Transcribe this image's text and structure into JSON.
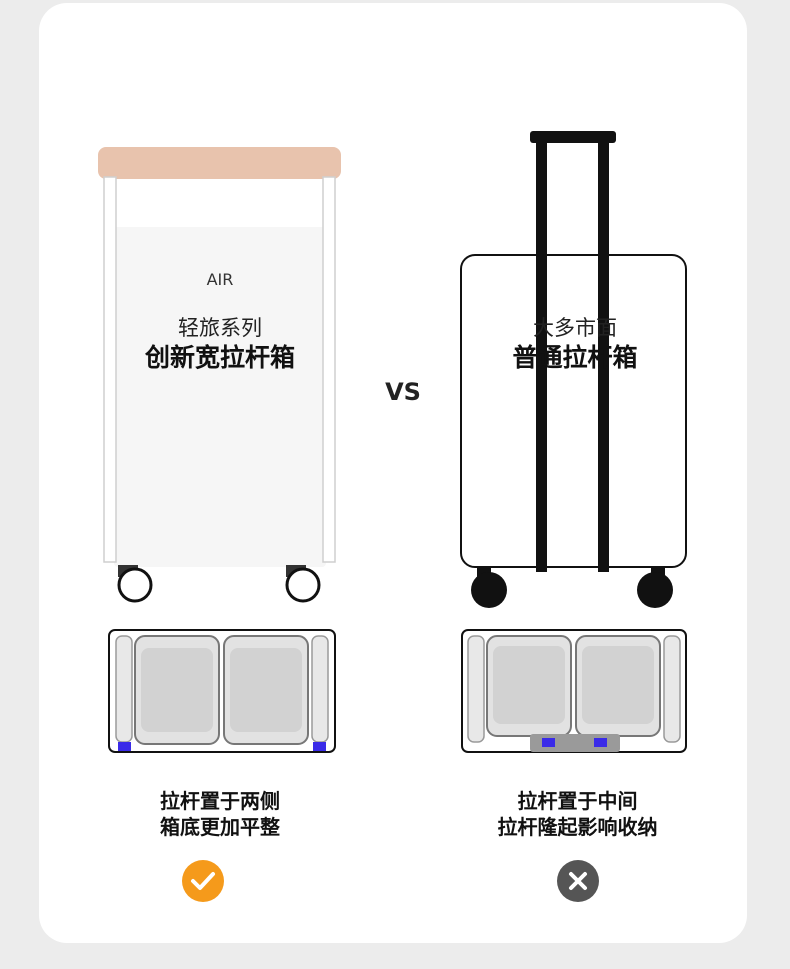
{
  "left": {
    "brand": "AIR",
    "series_line": "轻旅系列",
    "product_line": "创新宽拉杆箱",
    "caption_line1": "拉杆置于两侧",
    "caption_line2": "箱底更加平整",
    "handle_color": "#e8c3ad",
    "result_icon": "check-circle-icon",
    "result_color": "#f59a1b"
  },
  "center": {
    "vs_label": "VS"
  },
  "right": {
    "series_line": "大多市面",
    "product_line": "普通拉杆箱",
    "caption_line1": "拉杆置于中间",
    "caption_line2": "拉杆隆起影响收纳",
    "result_icon": "cross-circle-icon",
    "result_color": "#555555"
  },
  "colors": {
    "background": "#ececec",
    "card": "#ffffff",
    "marker_blue": "#3a2be8"
  }
}
